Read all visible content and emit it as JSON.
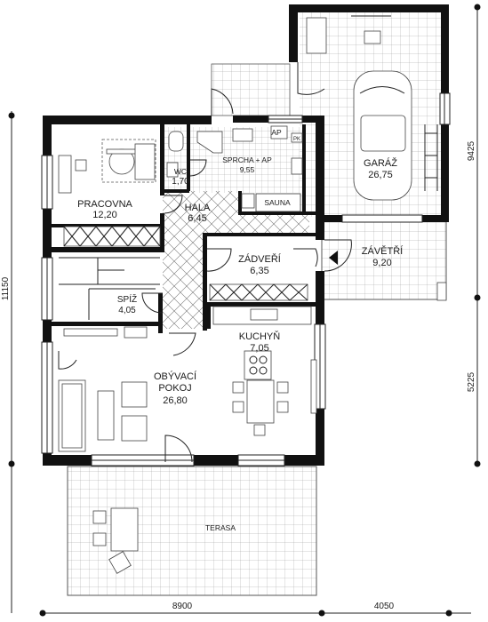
{
  "rooms": {
    "pracovna": {
      "name": "PRACOVNA",
      "area": "12,20"
    },
    "wc": {
      "name": "WC",
      "area": "1,70"
    },
    "sprcha": {
      "name": "SPRCHA + AP",
      "area": "9,55"
    },
    "sauna": {
      "name": "SAUNA"
    },
    "garaz": {
      "name": "GARÁŽ",
      "area": "26,75"
    },
    "hala": {
      "name": "HALA",
      "area": "6,45"
    },
    "zadveri": {
      "name": "ZÁDVEŘÍ",
      "area": "6,35"
    },
    "zavetri": {
      "name": "ZÁVĚTŘÍ",
      "area": "9,20"
    },
    "spiz": {
      "name": "SPÍŽ",
      "area": "4,05"
    },
    "kuchyn": {
      "name": "KUCHYŇ",
      "area": "7,05"
    },
    "obyvaci": {
      "name_line1": "OBÝVACÍ",
      "name_line2": "POKOJ",
      "area": "26,80"
    },
    "terasa": {
      "name": "TERASA"
    }
  },
  "fixtures": {
    "ap_label": "AP",
    "pk_label": "PK"
  },
  "dimensions": {
    "left_total": "11150",
    "right_upper": "9425",
    "right_lower": "5225",
    "bottom_main": "8900",
    "bottom_right": "4050"
  }
}
